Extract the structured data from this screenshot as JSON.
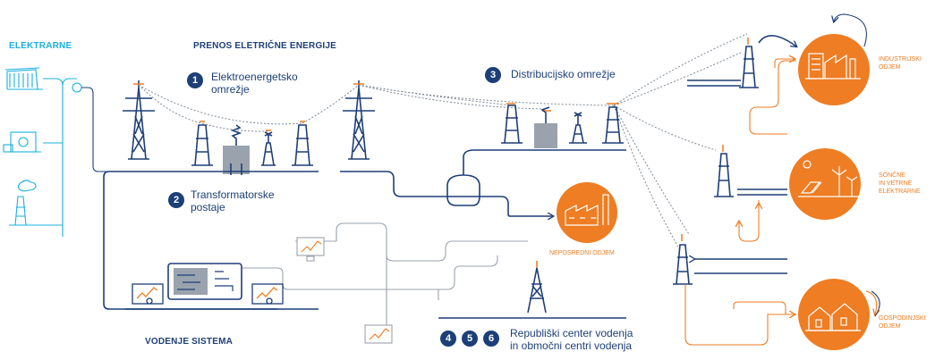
{
  "sections": {
    "power_plants": "ELEKTRARNE",
    "transmission": "PRENOS ELETRIČNE ENERGIJE",
    "system_control": "VODENJE SISTEMA"
  },
  "steps": [
    {
      "number": "1",
      "label_line1": "Elektroenergetsko",
      "label_line2": "omrežje"
    },
    {
      "number": "2",
      "label_line1": "Transformatorske",
      "label_line2": "postaje"
    },
    {
      "number": "3",
      "label_line1": "Distribucijsko omrežje",
      "label_line2": ""
    }
  ],
  "control_centers": {
    "numbers": [
      "4",
      "5",
      "6"
    ],
    "label_line1": "Republiški center vodenja",
    "label_line2": "in območni centri vodenja"
  },
  "consumers": {
    "direct": "NEPOSREDNI ODJEM",
    "industrial_line1": "INDUSTRIJSKI",
    "industrial_line2": "ODJEM",
    "renewables_line1": "SONČNE",
    "renewables_line2": "IN VETRNE",
    "renewables_line3": "ELEKTRARNE",
    "household_line1": "GOSPODINJSKI",
    "household_line2": "ODJEM"
  },
  "colors": {
    "navy": "#1d3f77",
    "cyan": "#1ab0e0",
    "orange": "#ee7d23",
    "orange_light": "#f29a57",
    "grey": "#9aa3ad"
  }
}
